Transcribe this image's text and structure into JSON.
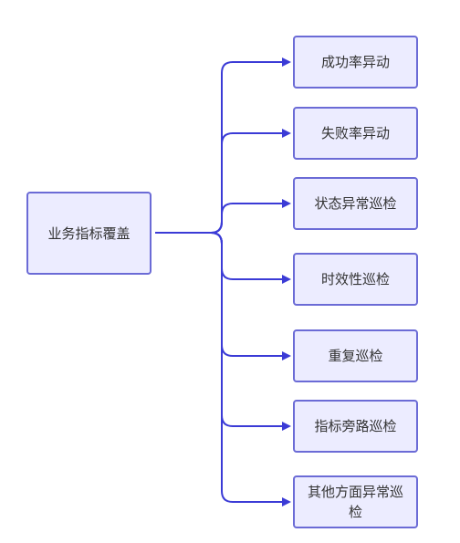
{
  "diagram": {
    "root": {
      "label": "业务指标覆盖"
    },
    "children": [
      {
        "label": "成功率异动"
      },
      {
        "label": "失败率异动"
      },
      {
        "label": "状态异常巡检"
      },
      {
        "label": "时效性巡检"
      },
      {
        "label": "重复巡检"
      },
      {
        "label": "指标旁路巡检"
      },
      {
        "label": "其他方面异常巡检"
      }
    ],
    "colors": {
      "node_fill": "#ececff",
      "node_border": "#6b6bd6",
      "edge": "#3b3bd6",
      "text": "#333333"
    }
  }
}
